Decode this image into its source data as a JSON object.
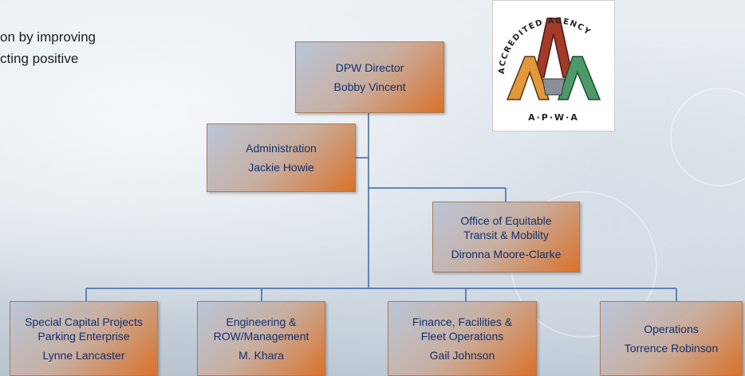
{
  "intro_text": {
    "line1": "on by improving",
    "line2": "cting positive"
  },
  "logo": {
    "arc_text": "ACCREDITED AGENCY",
    "bottom_text": "A·P·W·A"
  },
  "org_chart": {
    "director": {
      "title": "DPW Director",
      "name": "Bobby Vincent"
    },
    "administration": {
      "title": "Administration",
      "name": "Jackie Howie"
    },
    "equitable_transit": {
      "title_line1": "Office of Equitable",
      "title_line2": "Transit & Mobility",
      "name": "Dironna Moore-Clarke"
    },
    "divisions": [
      {
        "title_line1": "Special Capital Projects",
        "title_line2": "Parking Enterprise",
        "name": "Lynne Lancaster"
      },
      {
        "title_line1": "Engineering &",
        "title_line2": "ROW/Management",
        "name": "M. Khara"
      },
      {
        "title_line1": "Finance, Facilities &",
        "title_line2": "Fleet Operations",
        "name": "Gail Johnson"
      },
      {
        "title_line1": "Operations",
        "title_line2": "",
        "name": "Torrence Robinson"
      }
    ]
  },
  "colors": {
    "connector": "#3a66a8",
    "box_text": "#14306a",
    "box_orange": "#d9722b",
    "box_blue": "#b9c6d8"
  }
}
